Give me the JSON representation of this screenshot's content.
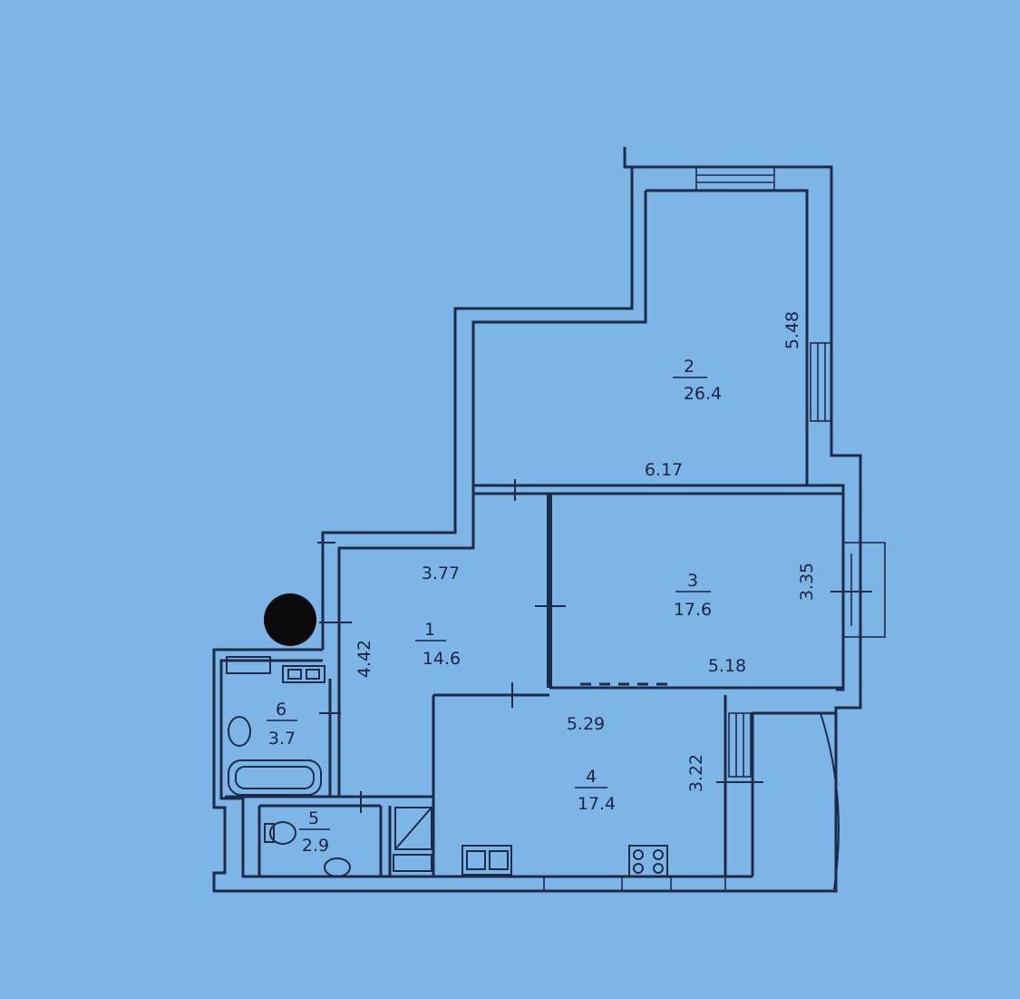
{
  "plan": {
    "rooms": [
      {
        "number": "1",
        "area": "14.6"
      },
      {
        "number": "2",
        "area": "26.4"
      },
      {
        "number": "3",
        "area": "17.6"
      },
      {
        "number": "4",
        "area": "17.4"
      },
      {
        "number": "5",
        "area": "2.9"
      },
      {
        "number": "6",
        "area": "3.7"
      }
    ],
    "dimensions": [
      {
        "id": "room2-height",
        "text": "5.48"
      },
      {
        "id": "room2-width",
        "text": "6.17"
      },
      {
        "id": "room1-width",
        "text": "3.77"
      },
      {
        "id": "room1-height",
        "text": "4.42"
      },
      {
        "id": "room3-height",
        "text": "3.35"
      },
      {
        "id": "room3-width",
        "text": "5.18"
      },
      {
        "id": "room4-width",
        "text": "5.29"
      },
      {
        "id": "room4-height",
        "text": "3.22"
      }
    ],
    "colors": {
      "paper": "#7db6e6",
      "ink": "#1e2a4a",
      "marker": "#0a0a0a"
    }
  }
}
